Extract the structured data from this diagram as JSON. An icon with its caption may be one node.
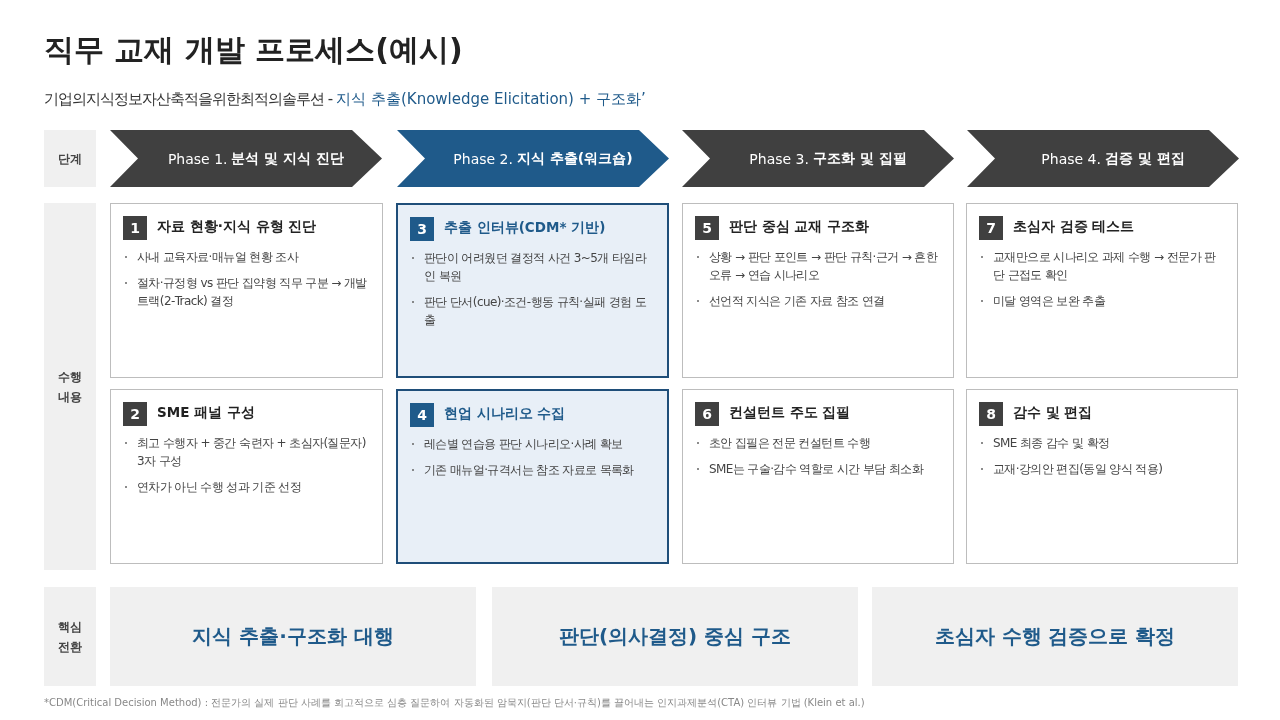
{
  "diagram": {
    "title": "직무 교재 개발 프로세스(예시)",
    "caption": "*CDM(Critical Decision Method) : 전문가의 실제 판단 사례를 회고적으로 심층 질문하여 자동화된 암묵지(판단 단서·규칙)를 끌어내는 인지과제분석(CTA) 인터뷰 기법 (Klein et al.)",
    "nodes": [
      {
        "text": [
          "단계"
        ]
      },
      {
        "text": [
          "Phase 1. **분석 및 지식 진단**"
        ]
      },
      {
        "text": [
          "Phase 2. **지식 추출(워크숍)**"
        ]
      },
      {
        "text": [
          "Phase 3. **구조화 및 집필**"
        ]
      },
      {
        "text": [
          "Phase 4. **검증 및 편집**"
        ]
      },
      {
        "text": [
          "수행 내용"
        ]
      },
      {
        "text": [
          "1",
          "자료 현황·지식 유형 진단",
          "사내 교육자료·매뉴얼 현황 조사",
          "절차·규정형 vs 판단 집약형 직무 구분 → 개발 트랙(2-Track) 결정"
        ]
      },
      {
        "text": [
          "3",
          "추출 인터뷰(CDM* 기반)",
          "판단이 어려웠던 결정적 사건 3~5개 타임라인 복원",
          "판단 단서(cue)·조건-행동 규칙·실패 경험 도출"
        ]
      },
      {
        "text": [
          "5",
          "판단 중심 교재 구조화",
          "상황 → 판단 포인트 → 판단 규칙·근거 → 흔한 오류 → 연습 시나리오",
          "선언적 지식은 기존 자료 참조 연결"
        ]
      },
      {
        "text": [
          "7",
          "초심자 검증 테스트",
          "교재만으로 시나리오 과제 수행 → 전문가 판단 근접도 확인",
          "미달 영역은 보완 추출"
        ]
      },
      {
        "text": [
          "2",
          "SME 패널 구성",
          "최고 수행자 + 중간 숙련자 + 초심자(질문자) 3자 구성",
          "연차가 아닌 수행 성과 기준 선정"
        ]
      },
      {
        "text": [
          "4",
          "현업 시나리오 수집",
          "레슨별 연습용 판단 시나리오·사례 확보",
          "기존 매뉴얼·규격서는 참조 자료로 목록화"
        ]
      },
      {
        "text": [
          "6",
          "컨설턴트 주도 집필",
          "초안 집필은 전문 컨설턴트 수행",
          "SME는 구술·감수 역할로 시간 부담 최소화"
        ]
      },
      {
        "text": [
          "8",
          "감수 및 편집",
          "SME 최종 감수 및 확정",
          "교재·강의안 편집(동일 양식 적용)"
        ]
      },
      {
        "text": [
          "핵심 전환"
        ]
      },
      {
        "text": [
          "지식 추출·구조화 대행"
        ]
      },
      {
        "text": [
          "판단(의사결정) 중심 구조"
        ]
      },
      {
        "text": [
          "초심자 수행 검증으로 확정"
        ]
      }
    ],
    "edges": [],
    "labels": [
      "기업의지식정보자산축적을위한최적의솔루션 -",
      "지식 추출(Knowledge Elicitation) + 구조화’"
    ]
  }
}
